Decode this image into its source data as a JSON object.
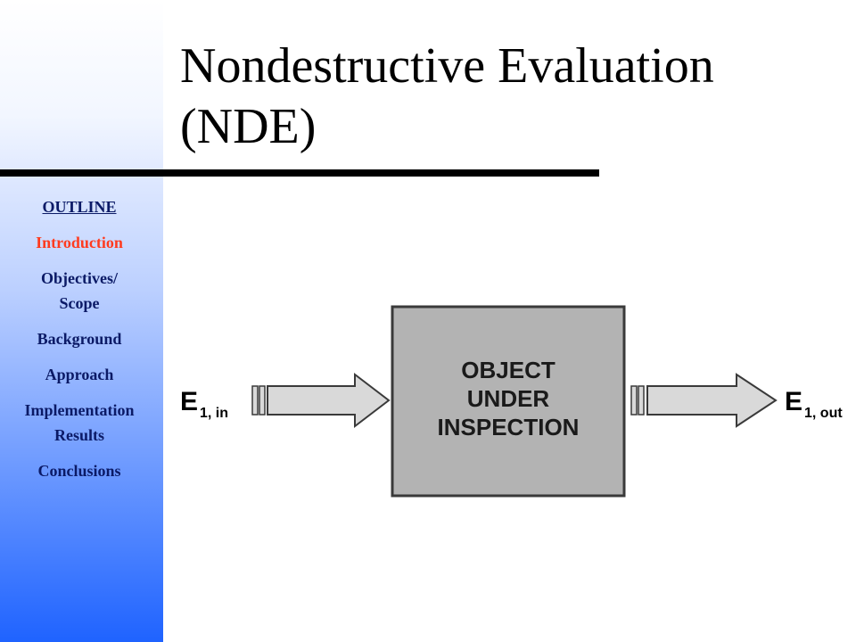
{
  "slide": {
    "title_line1": "Nondestructive Evaluation",
    "title_line2": "(NDE)"
  },
  "sidebar": {
    "heading": "OUTLINE",
    "items": [
      {
        "label": "Introduction",
        "active": true
      },
      {
        "label_line1": "Objectives/",
        "label_line2": "Scope"
      },
      {
        "label": "Background"
      },
      {
        "label": "Approach"
      },
      {
        "label_line1": "Implementation",
        "label_line2": "Results"
      },
      {
        "label": "Conclusions"
      }
    ],
    "colors": {
      "text": "#0b1a66",
      "active": "#ff3b1f",
      "gradient_top": "#ffffff",
      "gradient_bottom": "#1f63ff"
    }
  },
  "diagram": {
    "box_label_line1": "OBJECT",
    "box_label_line2": "UNDER",
    "box_label_line3": "INSPECTION",
    "input_symbol": "E",
    "input_subscript": "1, in",
    "output_symbol": "E",
    "output_subscript": "1, out",
    "colors": {
      "box_fill": "#b3b3b3",
      "arrow_fill": "#d9d9d9",
      "stroke": "#3a3a3a"
    }
  }
}
